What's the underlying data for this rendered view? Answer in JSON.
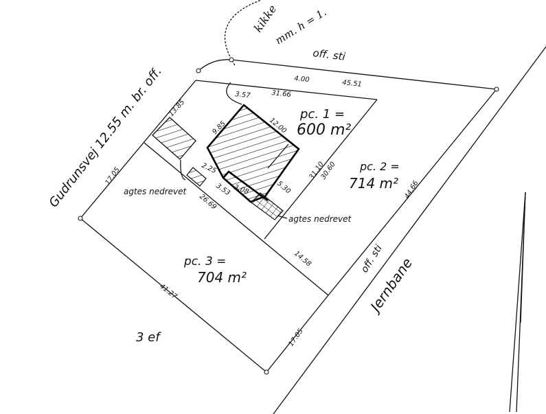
{
  "annotations": {
    "note_line1": "kikke",
    "note_line2": "mm. h = 1.",
    "street": "Gudrunsvej 12.55 m. br. off.",
    "path_top": "off. sti",
    "path_right": "off. sti",
    "railway": "Jernbane",
    "demolished_left": "agtes nedrevet",
    "demolished_right": "agtes nedrevet",
    "neighbour": "3 ef"
  },
  "parcels": [
    {
      "label": "pc. 1 =",
      "area": "600 m²"
    },
    {
      "label": "pc. 2 =",
      "area": "714 m²"
    },
    {
      "label": "pc. 3 =",
      "area": "704 m²"
    }
  ],
  "dimensions": {
    "top_400": "4.00",
    "top_4551": "45.51",
    "d_357": "3.57",
    "d_3166": "31.66",
    "d_1385": "13.85",
    "d_985": "9.85",
    "d_1200": "12.00",
    "d_225": "2.25",
    "d_353": "3.53",
    "d_308": "3.08",
    "d_530": "5.30",
    "d_2669": "26.69",
    "d_1705_left": "17.05",
    "d_3110": "31.10",
    "d_3060": "30.60",
    "d_4466": "44.66",
    "d_1458": "14.58",
    "d_4127": "41.27",
    "d_1705_bottom": "17.05"
  }
}
